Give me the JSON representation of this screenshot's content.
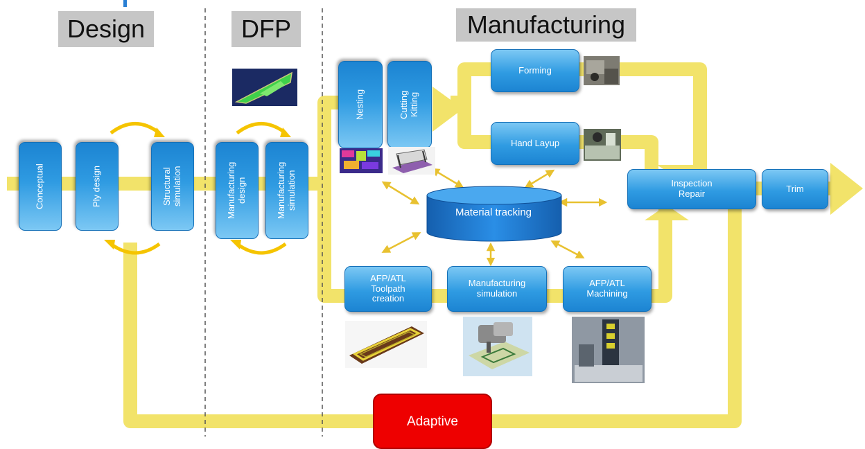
{
  "headers": {
    "design": "Design",
    "dfp": "DFP",
    "manufacturing": "Manufacturing"
  },
  "design_stage": {
    "conceptual": "Conceptual",
    "ply_design": "Ply design",
    "structural_simulation": "Structural\nsimulation"
  },
  "dfp_stage": {
    "manufacturing_design": "Manufacturing\ndesign",
    "manufacturing_simulation": "Manufacturing\nsimulation"
  },
  "manufacturing_stage": {
    "nesting": "Nesting",
    "cutting_kitting": "Cutting\nKitting",
    "forming": "Forming",
    "hand_layup": "Hand Layup",
    "inspection_repair": "Inspection\nRepair",
    "trim": "Trim",
    "material_tracking": "Material tracking",
    "afp_atl_toolpath": "AFP/ATL\nToolpath\ncreation",
    "manufacturing_simulation": "Manufacturing\nsimulation",
    "afp_atl_machining": "AFP/ATL\nMachining"
  },
  "feedback": {
    "adaptive": "Adaptive"
  },
  "colors": {
    "flow": "#f2e36a",
    "box_top": "#7cc8f4",
    "box_bottom": "#1c84d2",
    "cylinder": "#1f7fd6",
    "adaptive": "#ee0000",
    "header_bg": "#c6c6c6"
  }
}
